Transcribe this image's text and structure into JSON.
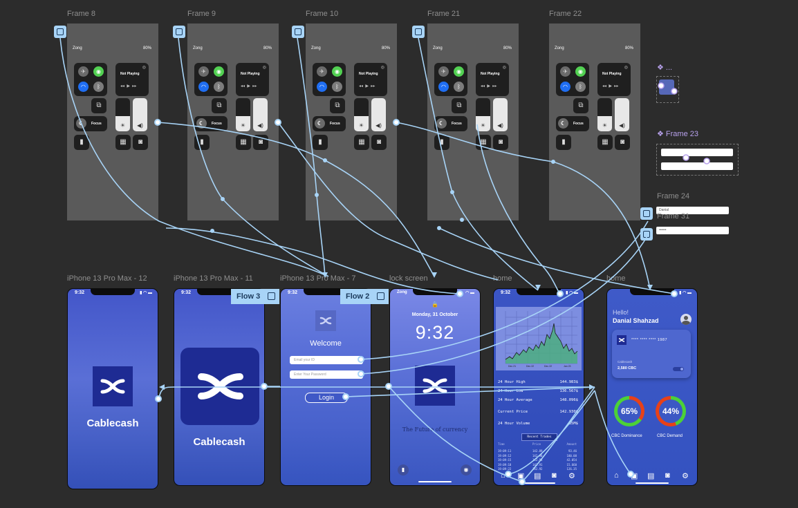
{
  "top_frames": [
    {
      "label": "Frame 8"
    },
    {
      "label": "Frame 9"
    },
    {
      "label": "Frame 10"
    },
    {
      "label": "Frame 21"
    },
    {
      "label": "Frame 22"
    }
  ],
  "control_center": {
    "carrier": "Zong",
    "battery": "80%",
    "now_playing": "Not Playing",
    "focus": "Focus"
  },
  "component_label": "...",
  "frame23_label": "Frame 23",
  "frame24_label": "Frame 24",
  "frame31_label": "Frame 31",
  "frame24_value": "Danial",
  "frame31_value": "••••••",
  "phone_frames": [
    {
      "label": "iPhone 13 Pro Max - 12"
    },
    {
      "label": "iPhone 13 Pro Max - 11"
    },
    {
      "label": "iPhone 13 Pro Max - 7"
    },
    {
      "label": "lock screen"
    },
    {
      "label": "home"
    },
    {
      "label": "home"
    }
  ],
  "flows": {
    "flow3": "Flow 3",
    "flow2": "Flow 2"
  },
  "status": {
    "time": "9:32",
    "carrier_lock": "Zong"
  },
  "splash": {
    "brand": "Cablecash"
  },
  "login": {
    "welcome": "Welcome",
    "email_placeholder": "Email your ID",
    "password_placeholder": "Enter Your Password",
    "login_button": "Login"
  },
  "lock": {
    "date": "Monday, 31 October",
    "time": "9:32",
    "tagline": "The Future of currency"
  },
  "market": {
    "x_ticks": [
      "Dec 21",
      "Dec 22",
      "Dec 22",
      "Jan 23"
    ],
    "stats": [
      {
        "label": "24 Hour High",
        "value": "144.983$"
      },
      {
        "label": "24 Hour Low",
        "value": "136.567$"
      },
      {
        "label": "24 Hour Average",
        "value": "148.096$"
      },
      {
        "label": "Current Price",
        "value": "142.930$"
      },
      {
        "label": "24 Hour Volume",
        "value": "85M$"
      }
    ],
    "recent_trades": "Recent Trades",
    "columns": {
      "time": "Time",
      "price": "Price",
      "amount": "Amount"
    },
    "trades": [
      {
        "time": "19:09:11",
        "price": "142.89",
        "amount": "93.46"
      },
      {
        "time": "19:09:12",
        "price": "142.90",
        "amount": "180.08"
      },
      {
        "time": "19:09:15",
        "price": "142.93",
        "amount": "42.054"
      },
      {
        "time": "19:09:18",
        "price": "142.91",
        "amount": "15.660"
      },
      {
        "time": "19:09:22",
        "price": "142.92",
        "amount": "126.35"
      }
    ]
  },
  "home": {
    "greeting": "Hello!",
    "name": "Danial Shahzad",
    "card_number": "**** **** **** 1987",
    "card_label": "Cablecash",
    "card_balance": "2,580 CBC",
    "dominance": {
      "value": "65%",
      "label": "CBC Dominance",
      "fraction": 0.65
    },
    "demand": {
      "value": "44%",
      "label": "CBC Demand",
      "fraction": 0.44
    }
  },
  "colors": {
    "canvas": "#2c2c2c",
    "wire": "#a8d4f7",
    "accent_blue": "#3c58c4",
    "logo": "#1e2b93",
    "ring_green": "#4cd137",
    "ring_red": "#e84118"
  },
  "icons": [
    "airplane-icon",
    "cellular-icon",
    "wifi-icon",
    "bluetooth-icon",
    "screen-mirror-icon",
    "moon-icon",
    "brightness-icon",
    "volume-icon",
    "flashlight-icon",
    "calculator-icon",
    "camera-icon",
    "home-icon",
    "wallet-icon",
    "settings-icon",
    "lock-icon",
    "avatar-icon",
    "prototype-icon"
  ]
}
